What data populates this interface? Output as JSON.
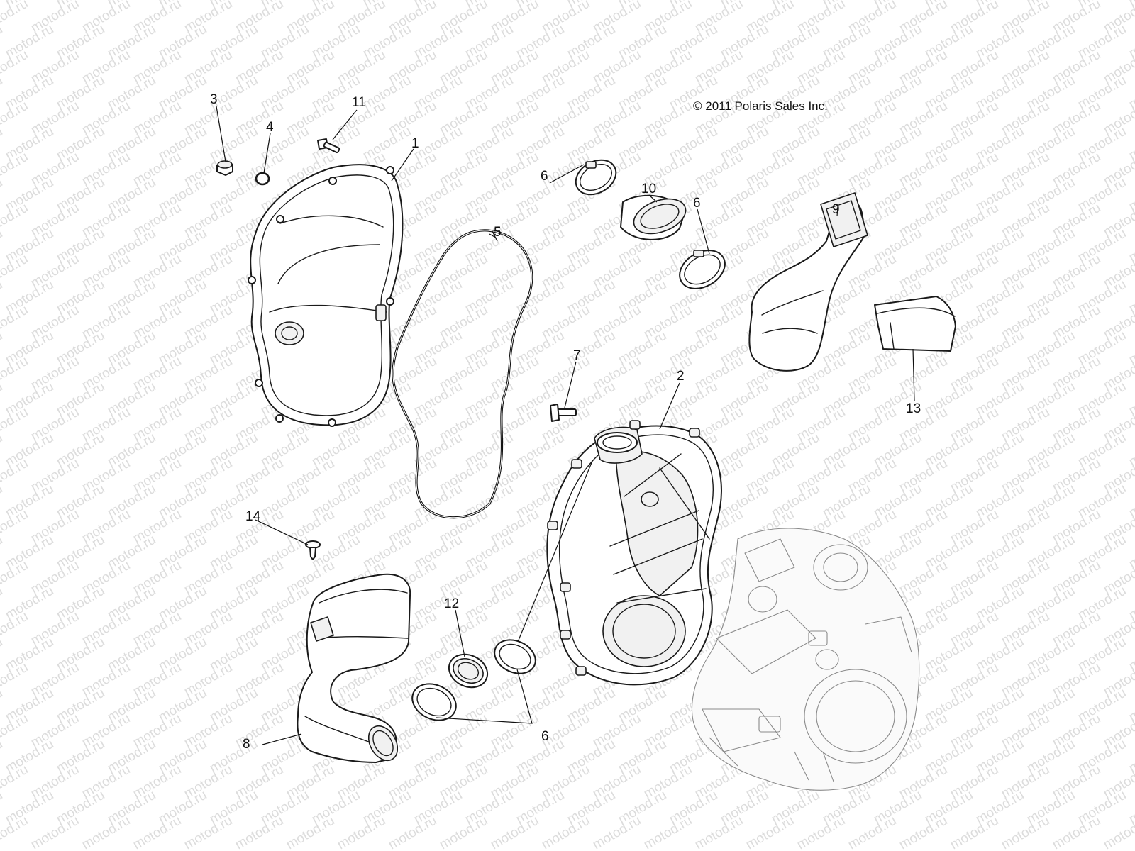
{
  "copyright": "© 2011 Polaris Sales Inc.",
  "watermark": "motod.ru",
  "callouts": [
    {
      "id": "c1",
      "label": "1"
    },
    {
      "id": "c2",
      "label": "2"
    },
    {
      "id": "c3",
      "label": "3"
    },
    {
      "id": "c4",
      "label": "4"
    },
    {
      "id": "c5",
      "label": "5"
    },
    {
      "id": "c6a",
      "label": "6"
    },
    {
      "id": "c6b",
      "label": "6"
    },
    {
      "id": "c6c",
      "label": "6"
    },
    {
      "id": "c7",
      "label": "7"
    },
    {
      "id": "c8",
      "label": "8"
    },
    {
      "id": "c9",
      "label": "9"
    },
    {
      "id": "c10",
      "label": "10"
    },
    {
      "id": "c11",
      "label": "11"
    },
    {
      "id": "c12",
      "label": "12"
    },
    {
      "id": "c13",
      "label": "13"
    },
    {
      "id": "c14",
      "label": "14"
    }
  ],
  "colors": {
    "background": "#ffffff",
    "linework": "#1a1a1a",
    "watermark": "#dcdcdc"
  }
}
